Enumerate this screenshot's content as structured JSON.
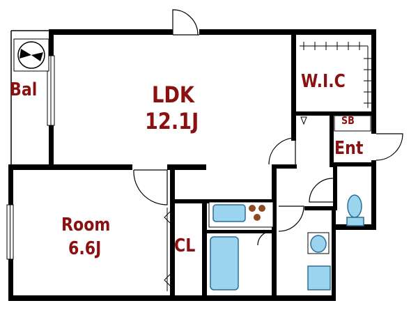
{
  "floor_plan": {
    "rooms": [
      {
        "id": "balcony",
        "name": "Bal"
      },
      {
        "id": "ldk",
        "name": "LDK",
        "size": "12.1J"
      },
      {
        "id": "wic",
        "name": "W.I.C"
      },
      {
        "id": "shoebox",
        "name": "SB"
      },
      {
        "id": "entrance",
        "name": "Ent"
      },
      {
        "id": "room",
        "name": "Room",
        "size": "6.6J"
      },
      {
        "id": "closet",
        "name": "CL"
      }
    ],
    "fixtures": [
      "air-conditioner-outdoor-unit",
      "kitchen-sink",
      "gas-stove",
      "bathtub",
      "washbasin",
      "washing-machine-pan",
      "toilet"
    ],
    "colors": {
      "wall": "#000000",
      "label": "#8b1010",
      "fixture_fill": "#9ad4ee",
      "fixture_stroke": "#2a6f96",
      "stove_burner": "#8b4a1f"
    }
  }
}
